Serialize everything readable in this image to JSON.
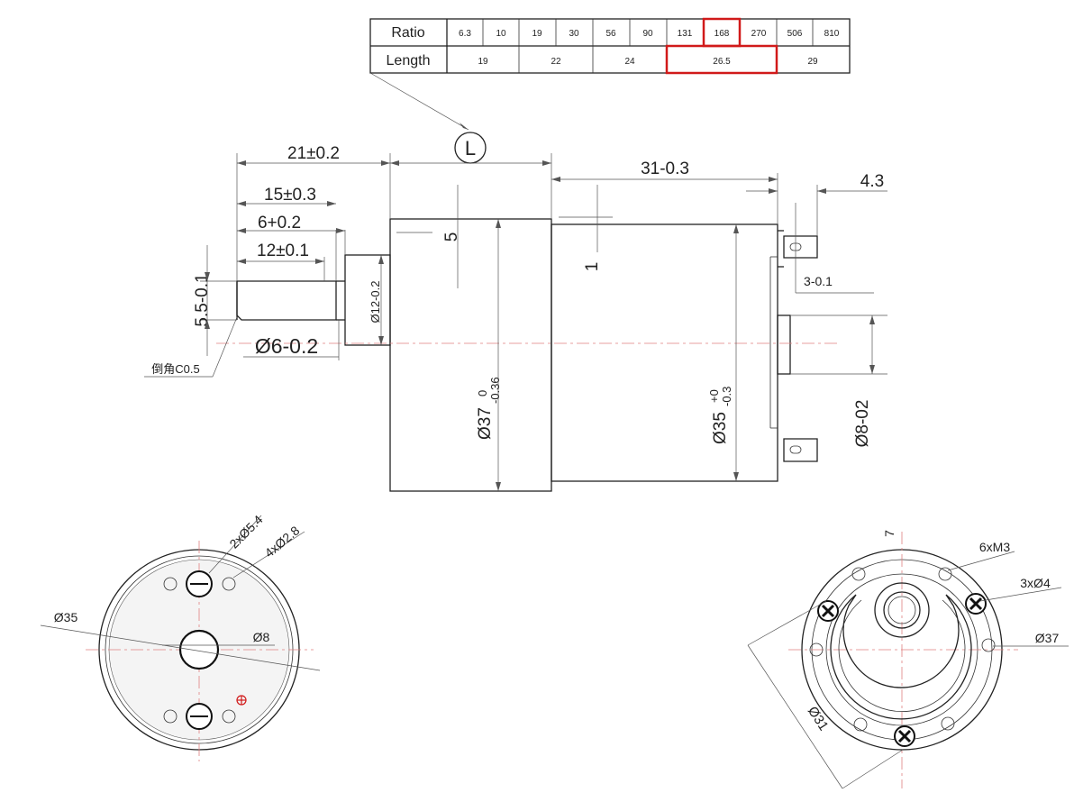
{
  "table": {
    "ratio_label": "Ratio",
    "length_label": "Length",
    "ratios": [
      "6.3",
      "10",
      "19",
      "30",
      "56",
      "90",
      "131",
      "168",
      "270",
      "506",
      "810"
    ],
    "lengths": [
      "19",
      "22",
      "24",
      "26.5",
      "29"
    ],
    "highlight_color": "#d11a1a"
  },
  "side_view": {
    "L_symbol": "L",
    "dim_21": "21±0.2",
    "dim_15": "15±0.3",
    "dim_6": "6+0.2",
    "dim_12": "12±0.1",
    "dim_5_5": "5.5-0.1",
    "dim_phi6": "Ø6-0.2",
    "dim_phi12": "Ø12-0.2",
    "dim_5": "5",
    "dim_1": "1",
    "dim_31": "31-0.3",
    "dim_4_3": "4.3",
    "dim_3": "3-0.1",
    "dim_phi8": "Ø8-02",
    "dim_phi37": "Ø37",
    "dim_phi37_upper": "0",
    "dim_phi37_lower": "-0.36",
    "dim_phi35": "Ø35",
    "dim_phi35_upper": "+0",
    "dim_phi35_lower": "-0.3",
    "chamfer_note": "倒角C0.5"
  },
  "rear_view": {
    "label_2x": "2xØ5.4",
    "label_4x": "4xØ2.8",
    "label_phi35": "Ø35",
    "label_phi8": "Ø8",
    "plus_color": "#d11a1a"
  },
  "front_view": {
    "label_7": "7",
    "label_6xm3": "6xM3",
    "label_3x4": "3xØ4",
    "label_phi37": "Ø37",
    "label_phi31": "Ø31"
  }
}
